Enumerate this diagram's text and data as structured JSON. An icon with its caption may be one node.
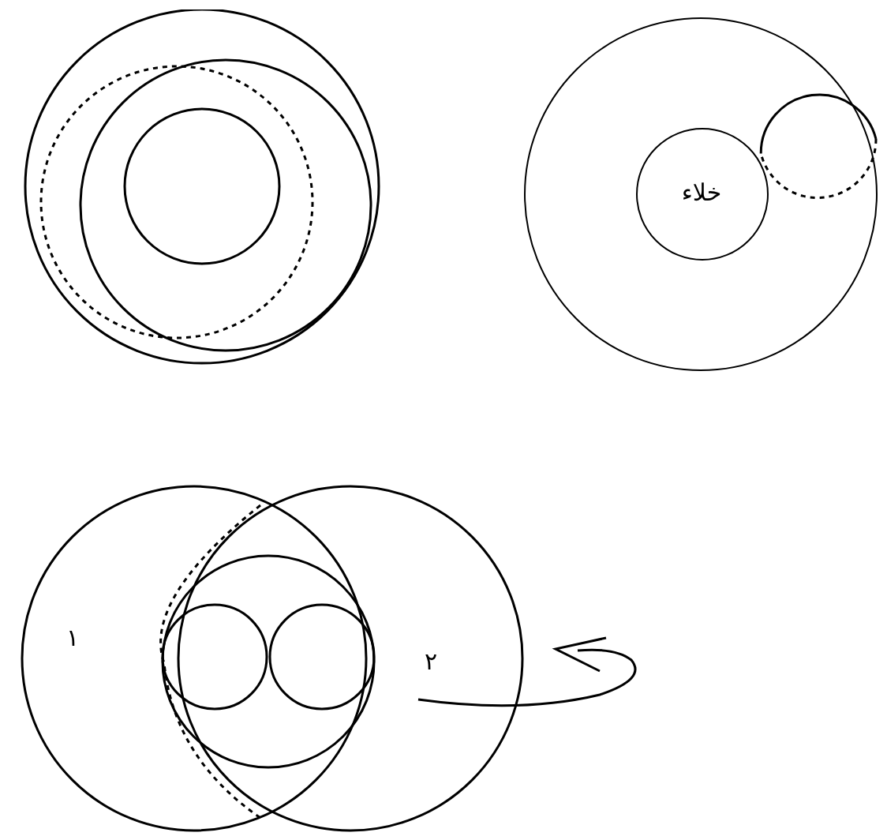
{
  "diagram": {
    "nodes": [
      {
        "text": [],
        "shape": "circle"
      },
      {
        "text": [
          "خلاء"
        ],
        "in": 0
      },
      {
        "text": [],
        "shape": "circle",
        "in": 0
      }
    ],
    "labels": [
      "۱",
      "۲"
    ]
  }
}
